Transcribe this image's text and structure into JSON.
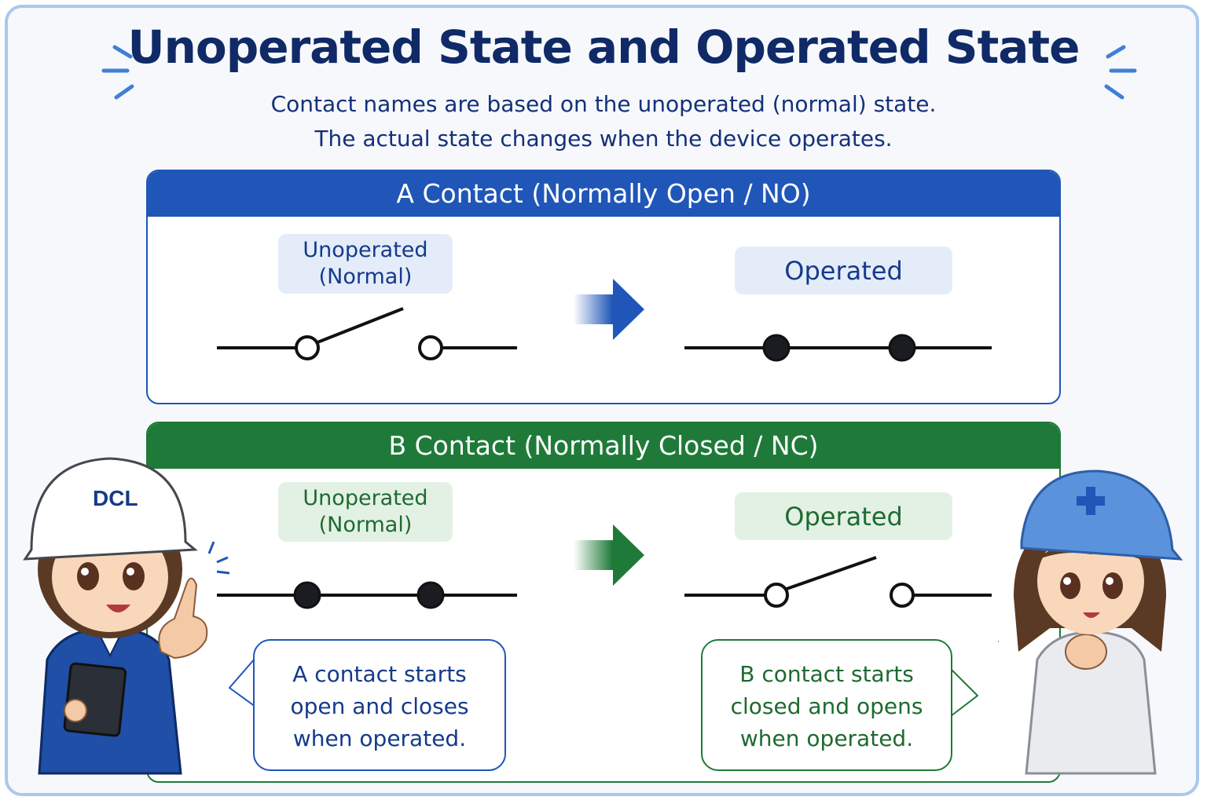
{
  "title": "Unoperated State and Operated State",
  "subtitle": [
    "Contact names are based on the unoperated (normal) state.",
    "The actual state changes when the device operates."
  ],
  "panels": {
    "a": {
      "header": "A Contact (Normally Open / NO)",
      "unoperated_label": [
        "Unoperated",
        "(Normal)"
      ],
      "operated_label": "Operated",
      "unoperated_state": "open",
      "operated_state": "closed",
      "color": "#1f56b8"
    },
    "b": {
      "header": "B Contact (Normally Closed / NC)",
      "unoperated_label": [
        "Unoperated",
        "(Normal)"
      ],
      "operated_label": "Operated",
      "unoperated_state": "closed",
      "operated_state": "open",
      "color": "#1f7a39"
    }
  },
  "bubbles": {
    "a": [
      "A contact starts",
      "open and closes",
      "when operated."
    ],
    "b": [
      "B contact starts",
      "closed and opens",
      "when operated."
    ]
  },
  "characters": {
    "left": {
      "helmet_text": "DCL",
      "helmet_color": "#ffffff",
      "uniform_color": "#1f4fa6"
    },
    "right": {
      "helmet_icon": "plus-icon",
      "helmet_color": "#5b92dc",
      "uniform_color": "#e9ebee"
    }
  },
  "colors": {
    "title": "#0f2a66",
    "blue_accent": "#1f56b8",
    "green_accent": "#1f7a39",
    "frame": "#a9c8ec"
  }
}
